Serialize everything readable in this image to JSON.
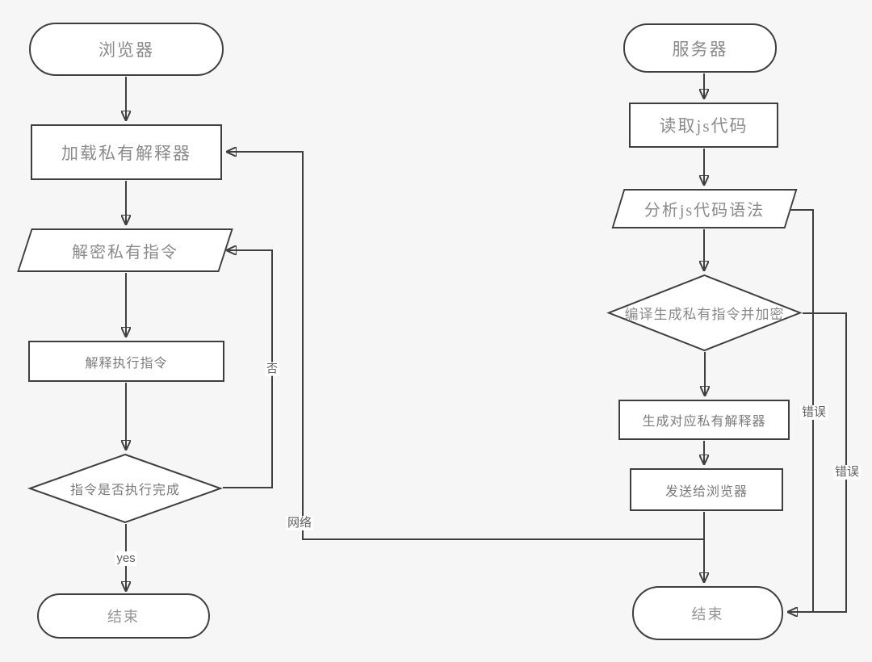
{
  "diagram": {
    "type": "flowchart",
    "colors": {
      "background": "#f6f6f6",
      "line": "#3f3f3f",
      "node_fill": "#ffffff",
      "node_text": "#8a8a8a",
      "edge_label_text": "#5f5f5f"
    },
    "nodes": {
      "browser_start": {
        "shape": "terminator",
        "label": "浏览器"
      },
      "load_interpreter": {
        "shape": "process",
        "label": "加载私有解释器"
      },
      "decrypt_instructions": {
        "shape": "parallelogram",
        "label": "解密私有指令"
      },
      "execute_instructions": {
        "shape": "process",
        "label": "解释执行指令"
      },
      "check_done": {
        "shape": "decision",
        "label": "指令是否执行完成"
      },
      "end_left": {
        "shape": "terminator",
        "label": "结束"
      },
      "server_start": {
        "shape": "terminator",
        "label": "服务器"
      },
      "read_js": {
        "shape": "process",
        "label": "读取js代码"
      },
      "analyze_js": {
        "shape": "parallelogram",
        "label": "分析js代码语法"
      },
      "compile_encrypt": {
        "shape": "decision",
        "label": "编译生成私有指令并加密"
      },
      "generate_interpreter": {
        "shape": "process",
        "label": "生成对应私有解释器"
      },
      "send_to_browser": {
        "shape": "process",
        "label": "发送给浏览器"
      },
      "end_right": {
        "shape": "terminator",
        "label": "结束"
      }
    },
    "edge_labels": {
      "yes": "yes",
      "no": "否",
      "network": "网络",
      "error_top": "错误",
      "error_bottom": "错误"
    }
  }
}
